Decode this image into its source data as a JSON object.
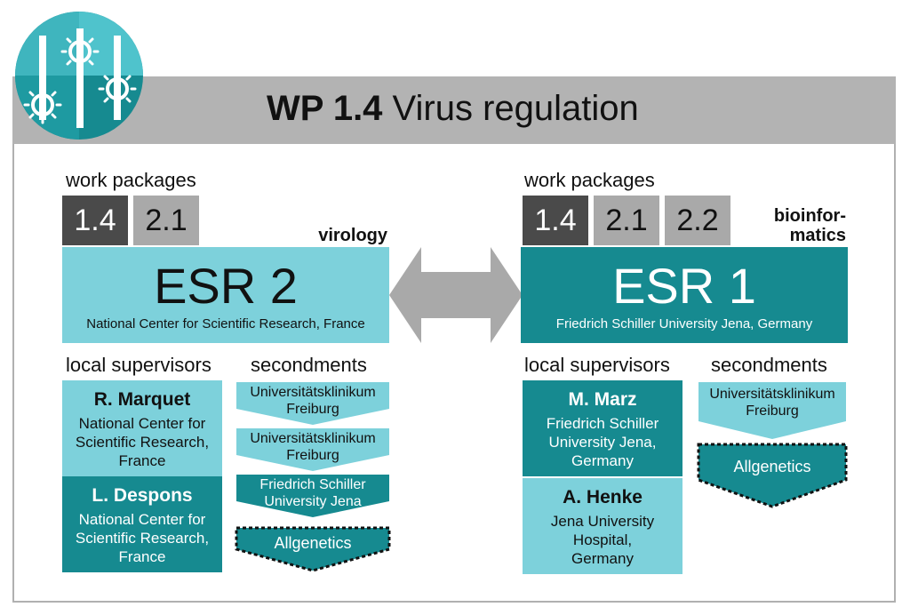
{
  "title": {
    "bold": "WP 1.4",
    "rest": " Virus regulation"
  },
  "left": {
    "wp_label": "work packages",
    "wps": [
      "1.4",
      "2.1"
    ],
    "field": "virology",
    "esr_name": "ESR 2",
    "esr_inst": "National Center for Scientific Research, France",
    "supervisors_label": "local supervisors",
    "secondments_label": "secondments",
    "supervisors": [
      {
        "name": "R. Marquet",
        "aff": [
          "National Center for",
          "Scientific Research,",
          "France"
        ]
      },
      {
        "name": "L. Despons",
        "aff": [
          "National Center for",
          "Scientific Research,",
          "France"
        ]
      }
    ],
    "secondments": [
      [
        "Universitätsklinikum",
        "Freiburg"
      ],
      [
        "Universitätsklinikum",
        "Freiburg"
      ],
      [
        "Friedrich Schiller",
        "University Jena"
      ],
      [
        "Allgenetics"
      ]
    ]
  },
  "right": {
    "wp_label": "work packages",
    "wps": [
      "1.4",
      "2.1",
      "2.2"
    ],
    "field": [
      "bioinfor-",
      "matics"
    ],
    "esr_name": "ESR 1",
    "esr_inst": "Friedrich Schiller University Jena, Germany",
    "supervisors_label": "local supervisors",
    "secondments_label": "secondments",
    "supervisors": [
      {
        "name": "M. Marz",
        "aff": [
          "Friedrich Schiller",
          "University Jena,",
          "Germany"
        ]
      },
      {
        "name": "A. Henke",
        "aff": [
          "Jena University",
          "Hospital,",
          "Germany"
        ]
      }
    ],
    "secondments": [
      [
        "Universitätsklinikum",
        "Freiburg"
      ],
      [
        "Allgenetics"
      ]
    ]
  },
  "colors": {
    "light_teal": "#7dd1db",
    "dark_teal": "#168a90",
    "dark_gray": "#4a4a4a",
    "light_gray": "#a9a9a9",
    "banner": "#b3b3b3"
  }
}
